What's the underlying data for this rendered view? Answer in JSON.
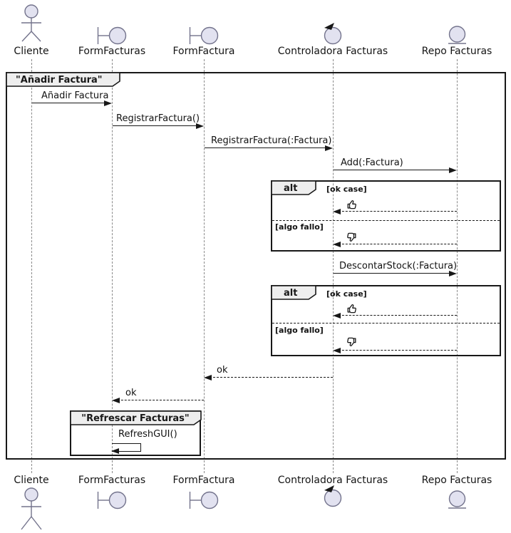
{
  "diagram": {
    "frame_title": "\"Añadir Factura\"",
    "inner_frame_title": "\"Refrescar Facturas\"",
    "alt_operator": "alt",
    "participants": [
      {
        "label": "Cliente",
        "type": "actor"
      },
      {
        "label": "FormFacturas",
        "type": "boundary"
      },
      {
        "label": "FormFactura",
        "type": "boundary"
      },
      {
        "label": "Controladora Facturas",
        "type": "control"
      },
      {
        "label": "Repo Facturas",
        "type": "entity"
      }
    ],
    "messages": {
      "anadir_factura": "Añadir Factura",
      "registrar_factura": "RegistrarFactura()",
      "registrar_factura_param": "RegistrarFactura(:Factura)",
      "add_factura": "Add(:Factura)",
      "descontar_stock": "DescontarStock(:Factura)",
      "ok_to_formfactura": "ok",
      "ok_to_formfacturas": "ok",
      "refresh_gui": "RefreshGUI()"
    },
    "alt1": {
      "guard_ok": "[ok case]",
      "guard_fail": "[algo fallo]",
      "result_ok_icon": "thumbs-up",
      "result_fail_icon": "thumbs-down"
    },
    "alt2": {
      "guard_ok": "[ok case]",
      "guard_fail": "[algo fallo]",
      "result_ok_icon": "thumbs-up",
      "result_fail_icon": "thumbs-down"
    },
    "colors": {
      "participant_fill": "#E2E2F0",
      "icon_stroke": "#73738c",
      "frame_tab_fill": "#EEEEEE",
      "line": "#181818",
      "lifeline": "#8a8a8a"
    }
  }
}
